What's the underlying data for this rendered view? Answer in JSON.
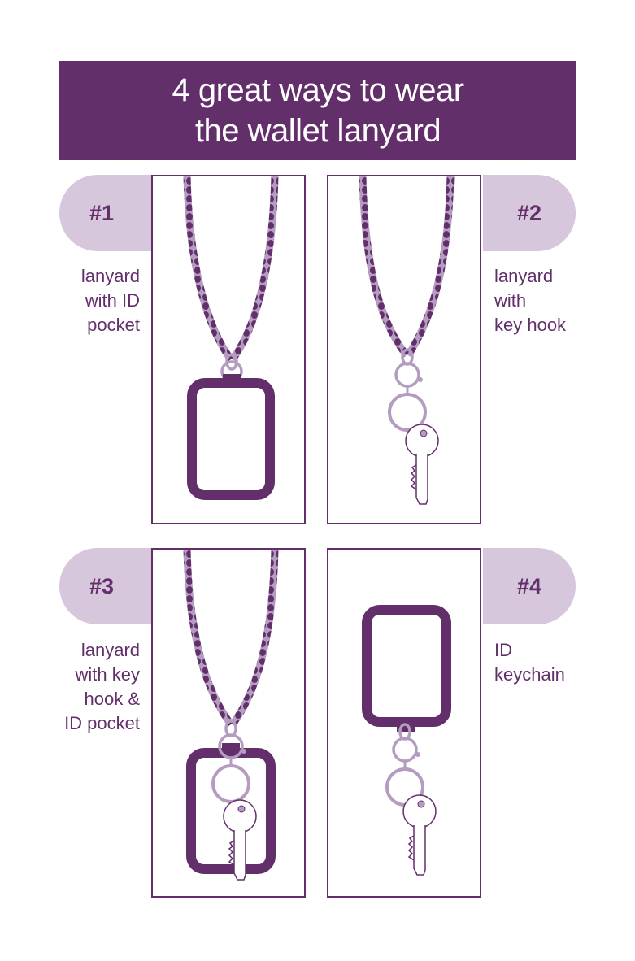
{
  "header": {
    "title": "4 great ways to wear\nthe wallet lanyard",
    "background_color": "#632f6b",
    "text_color": "#ffffff"
  },
  "colors": {
    "primary": "#632f6b",
    "light": "#d6c7dc",
    "hardware": "#b39cc0"
  },
  "ways": [
    {
      "number": "#1",
      "description": "lanyard\nwith ID\npocket",
      "illustration": "lanyard-id-pocket"
    },
    {
      "number": "#2",
      "description": "lanyard\nwith\nkey hook",
      "illustration": "lanyard-key-hook"
    },
    {
      "number": "#3",
      "description": "lanyard\nwith key\nhook &\nID pocket",
      "illustration": "lanyard-key-hook-id-pocket"
    },
    {
      "number": "#4",
      "description": "ID\nkeychain",
      "illustration": "id-keychain"
    }
  ]
}
